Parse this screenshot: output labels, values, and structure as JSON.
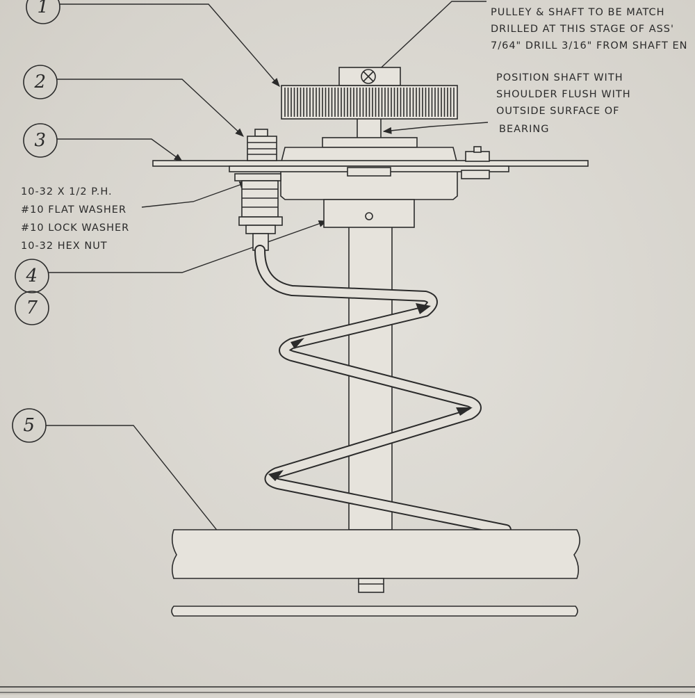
{
  "balloons": {
    "b1": "1",
    "b2": "2",
    "b3": "3",
    "b4": "4",
    "b7": "7",
    "b5": "5"
  },
  "notes": {
    "pulley": [
      "PULLEY & SHAFT TO BE MATCH",
      "DRILLED AT THIS STAGE OF ASS'",
      "7/64\" DRILL 3/16\" FROM SHAFT EN"
    ],
    "shaft": [
      "POSITION SHAFT WITH",
      "SHOULDER FLUSH WITH",
      "OUTSIDE SURFACE OF",
      "BEARING"
    ],
    "hardware": [
      "10-32 X 1/2 P.H.",
      "#10 FLAT WASHER",
      "#10 LOCK WASHER",
      "10-32 HEX NUT"
    ]
  }
}
